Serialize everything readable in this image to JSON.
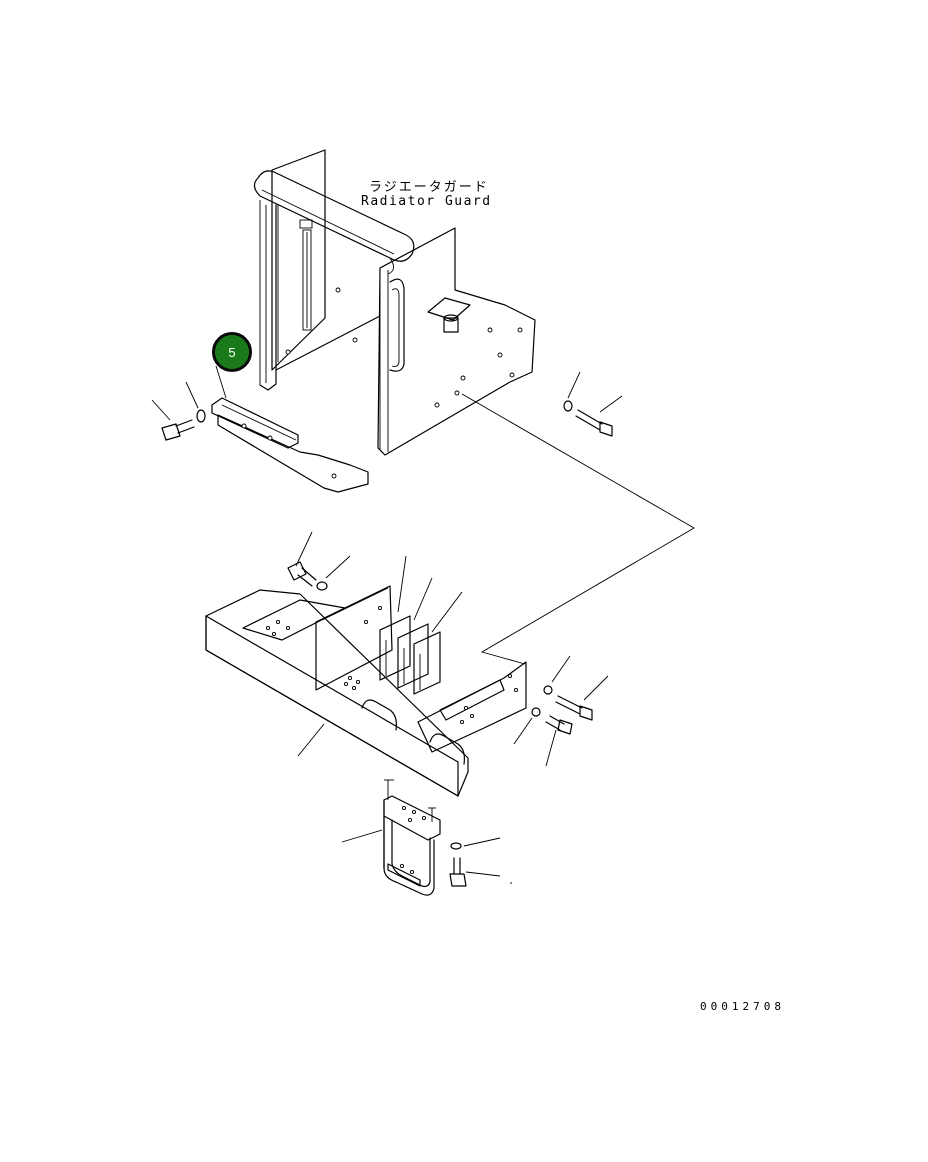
{
  "diagram": {
    "title_jp": "ラジエータガード",
    "title_en": "Radiator Guard",
    "drawing_number": "00012708",
    "callouts": [
      {
        "label": "5",
        "color": "#1a7a1a"
      }
    ],
    "parts": [
      "radiator-guard-frame",
      "lower-bracket-rail",
      "front-bumper-beam",
      "access-step",
      "bolts",
      "washers",
      "rubber-stops"
    ]
  }
}
